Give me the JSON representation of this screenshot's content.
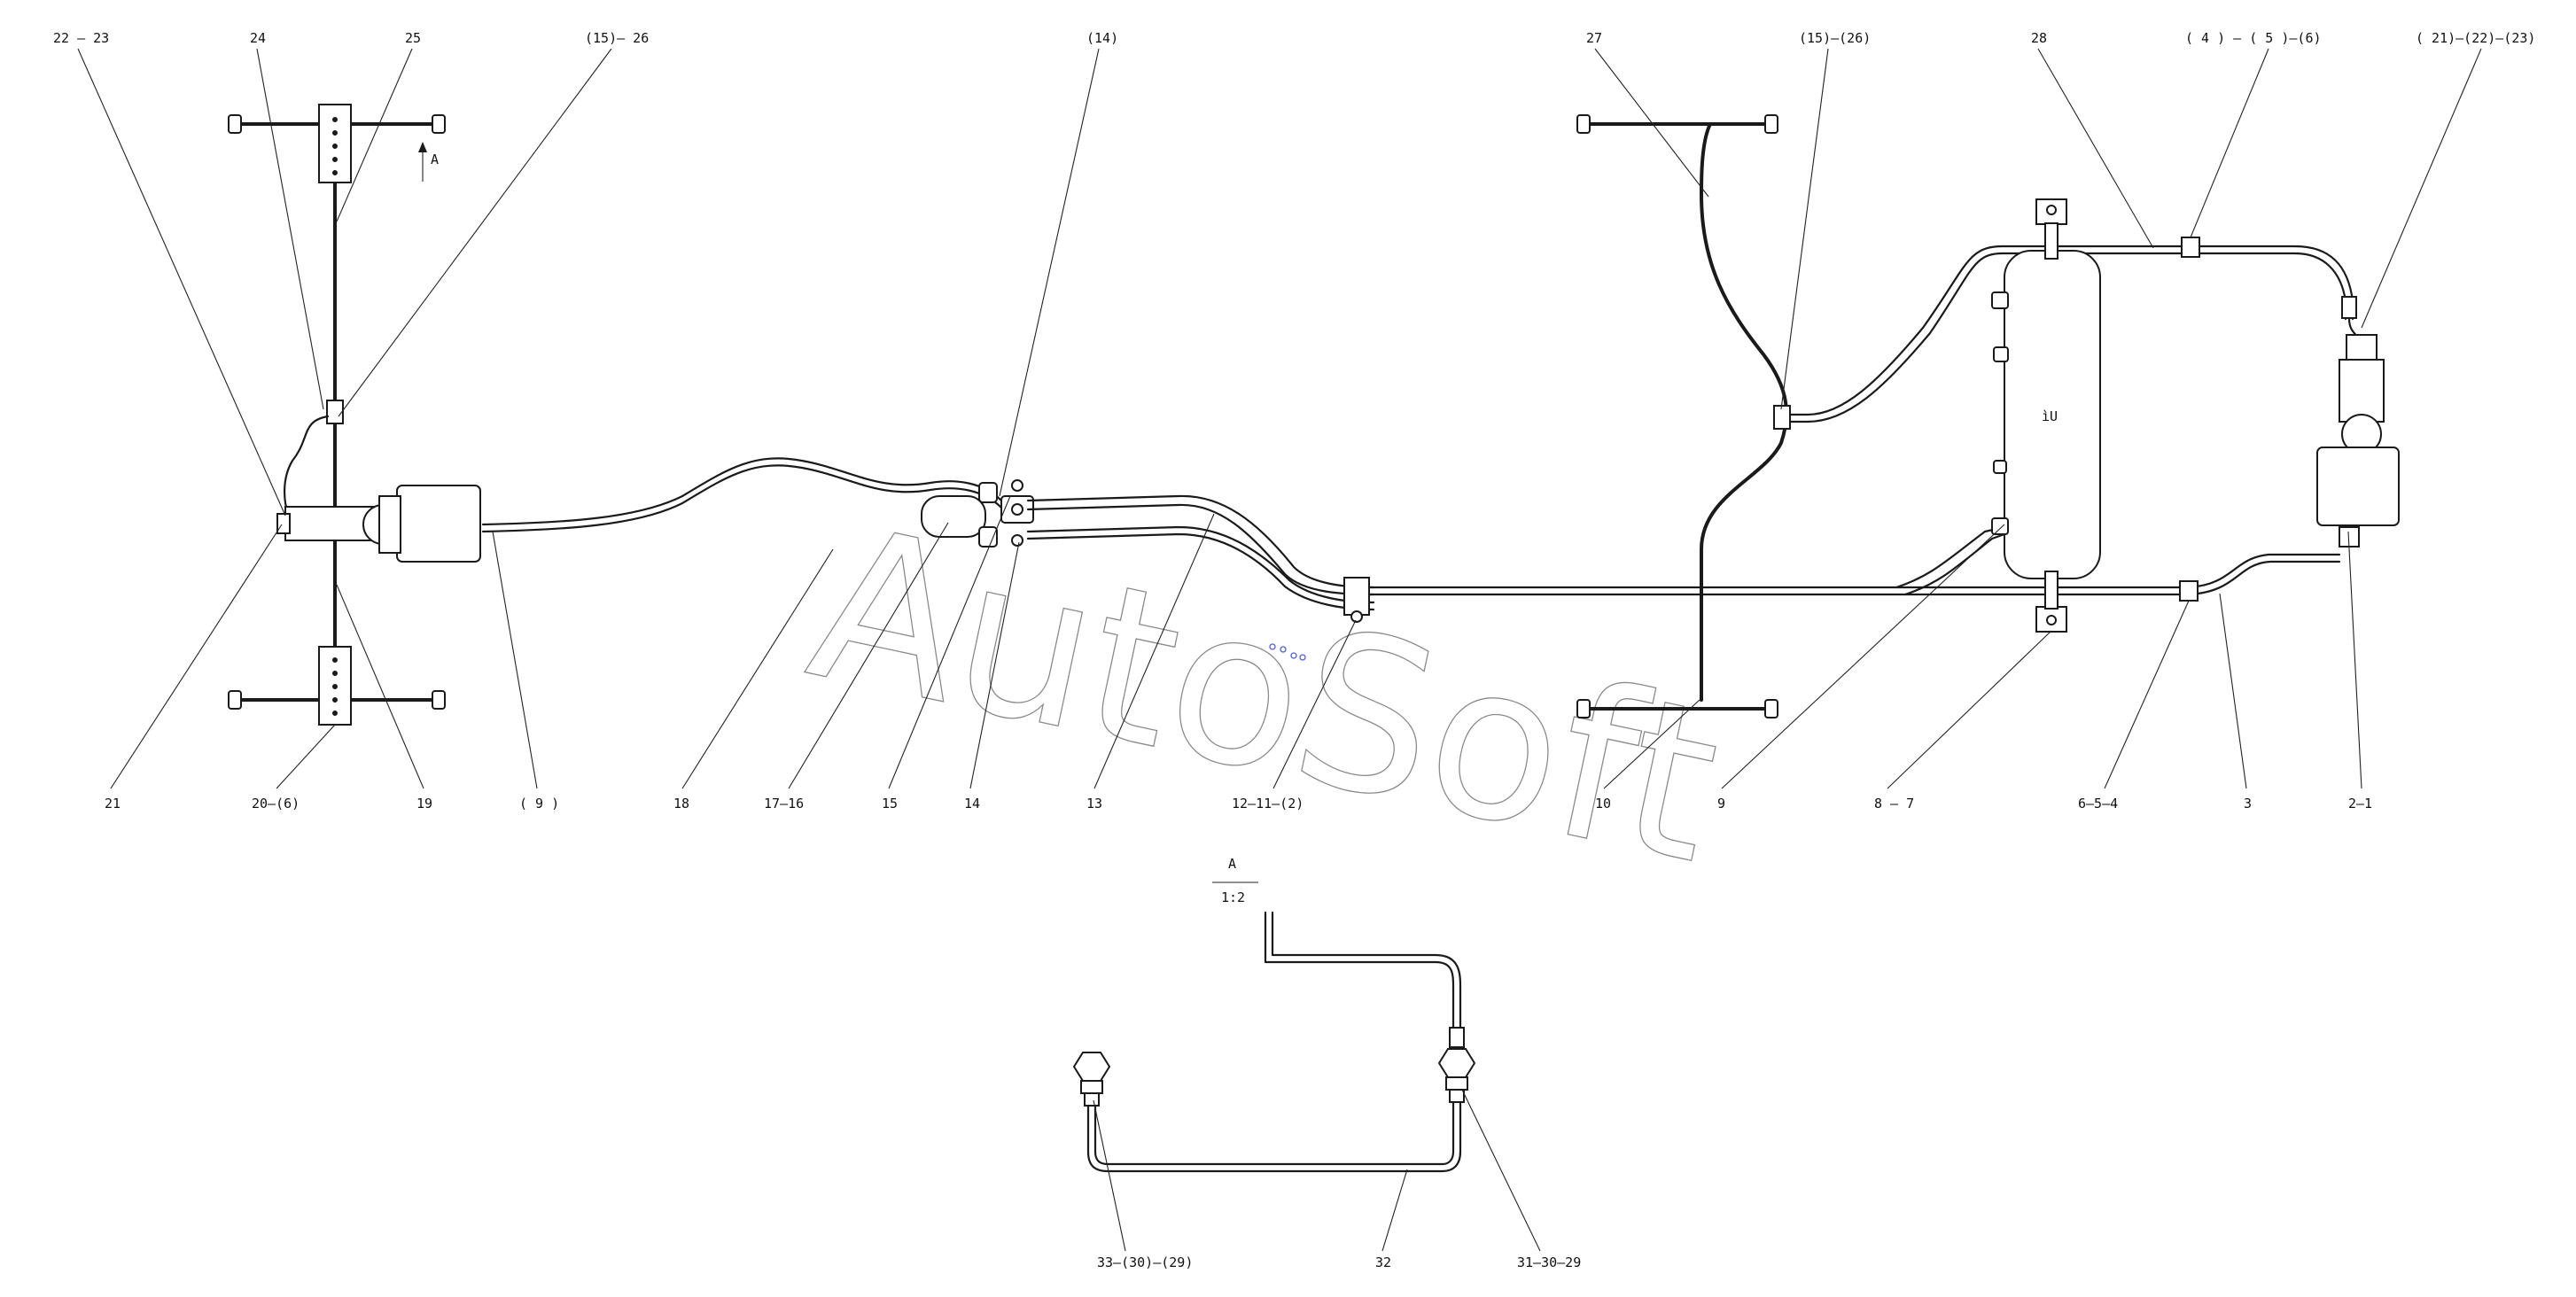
{
  "watermark": "AutoSoft",
  "tank_mark": "ìU",
  "view_label": {
    "letter": "A",
    "scale": "1:2"
  },
  "arrow_label": "A",
  "labels": {
    "top_22_23": "22 — 23",
    "top_24": "24",
    "top_25": "25",
    "top_15_26_left": "(15)— 26",
    "top_14": "(14)",
    "top_27": "27",
    "top_15_26_right": "(15)—(26)",
    "top_28": "28",
    "top_4_5_6": "( 4 ) — ( 5 )—(6)",
    "top_21_22_23": "( 21)—(22)—(23)",
    "bot_21": "21",
    "bot_20_6": "20—(6)",
    "bot_19": "19",
    "bot_9": "( 9 )",
    "bot_18": "18",
    "bot_17_16": "17—16",
    "bot_15": "15",
    "bot_14": "14",
    "bot_13": "13",
    "bot_12_11_2": "12—11—(2)",
    "bot_10": "10",
    "bot_9b": "9",
    "bot_8_7": "8 — 7",
    "bot_6_5_4": "6—5—4",
    "bot_3": "3",
    "bot_2_1": "2—1",
    "det_33_30_29": "33—(30)—(29)",
    "det_32": "32",
    "det_31_30_29": "31—30—29"
  }
}
